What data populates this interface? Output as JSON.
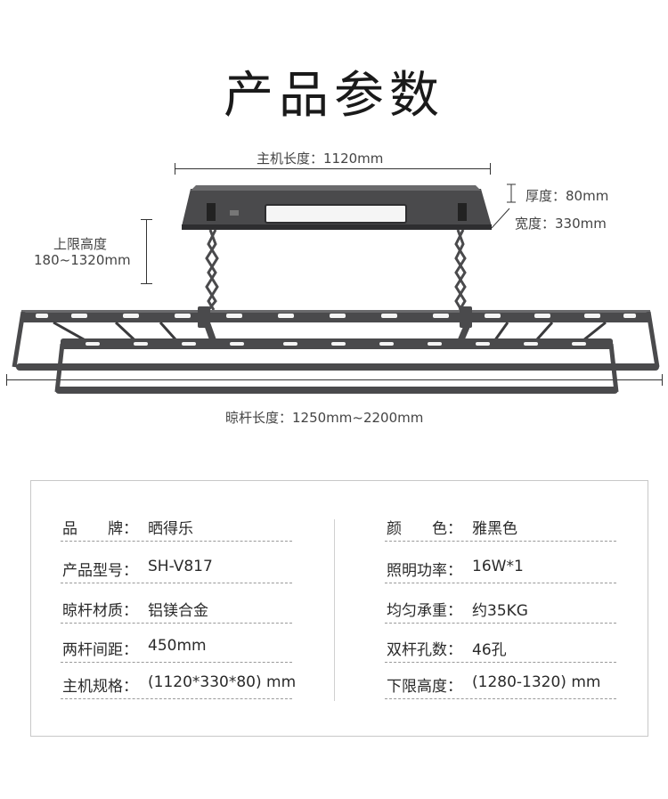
{
  "title": "产品参数",
  "dimensions": {
    "host_length": "主机长度：1120mm",
    "thickness": "厚度：80mm",
    "width": "宽度：330mm",
    "lift_height_label": "上限高度",
    "lift_height_value": "180~1320mm",
    "rod_length": "晾杆长度：1250mm~2200mm"
  },
  "specs": {
    "left": [
      {
        "label": "品　　牌：",
        "value": "晒得乐"
      },
      {
        "label": "产品型号：",
        "value": "SH-V817"
      },
      {
        "label": "晾杆材质：",
        "value": "铝镁合金"
      },
      {
        "label": "两杆间距：",
        "value": "450mm"
      },
      {
        "label": "主机规格：",
        "value": "(1120*330*80) mm"
      }
    ],
    "right": [
      {
        "label": "颜　　色：",
        "value": "雅黑色"
      },
      {
        "label": "照明功率：",
        "value": "16W*1"
      },
      {
        "label": "均匀承重：",
        "value": "约35KG"
      },
      {
        "label": "双杆孔数：",
        "value": "46孔"
      },
      {
        "label": "下限高度：",
        "value": "(1280-1320) mm"
      }
    ]
  },
  "colors": {
    "frame": "#4a4a4c",
    "frame_dark": "#2e2e30",
    "light": "#f5f5f5"
  }
}
